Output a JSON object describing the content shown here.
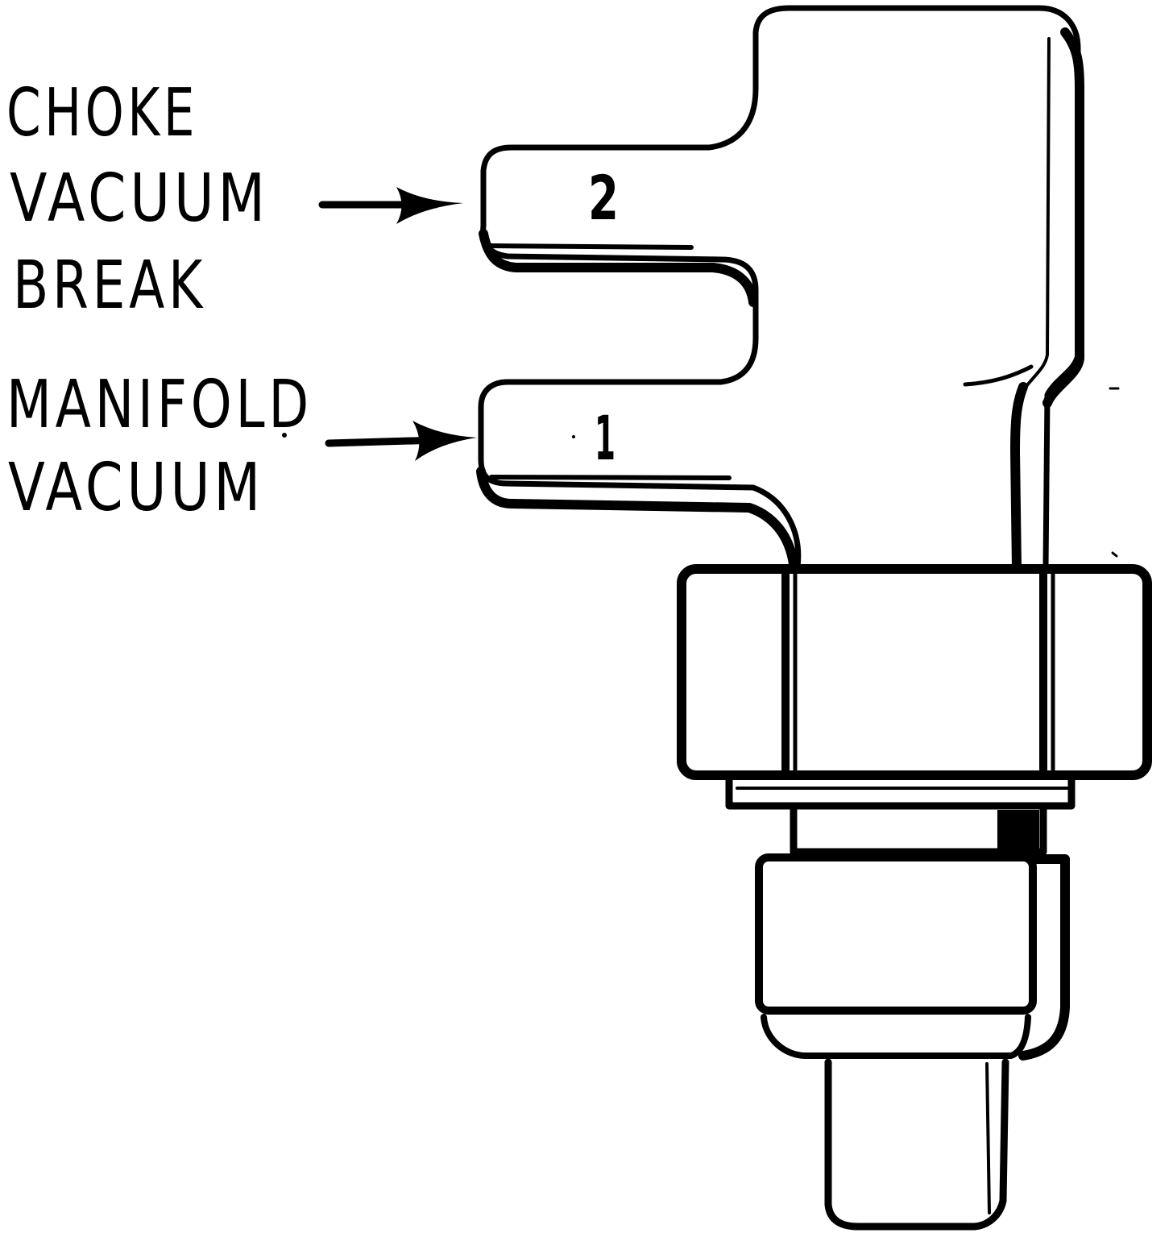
{
  "labels": {
    "choke_vacuum_break": [
      "CHOKE",
      "VACUUM",
      "BREAK"
    ],
    "manifold_vacuum": [
      "MANIFOLD",
      "VACUUM"
    ]
  },
  "ports": {
    "upper": "2",
    "lower": "1"
  }
}
